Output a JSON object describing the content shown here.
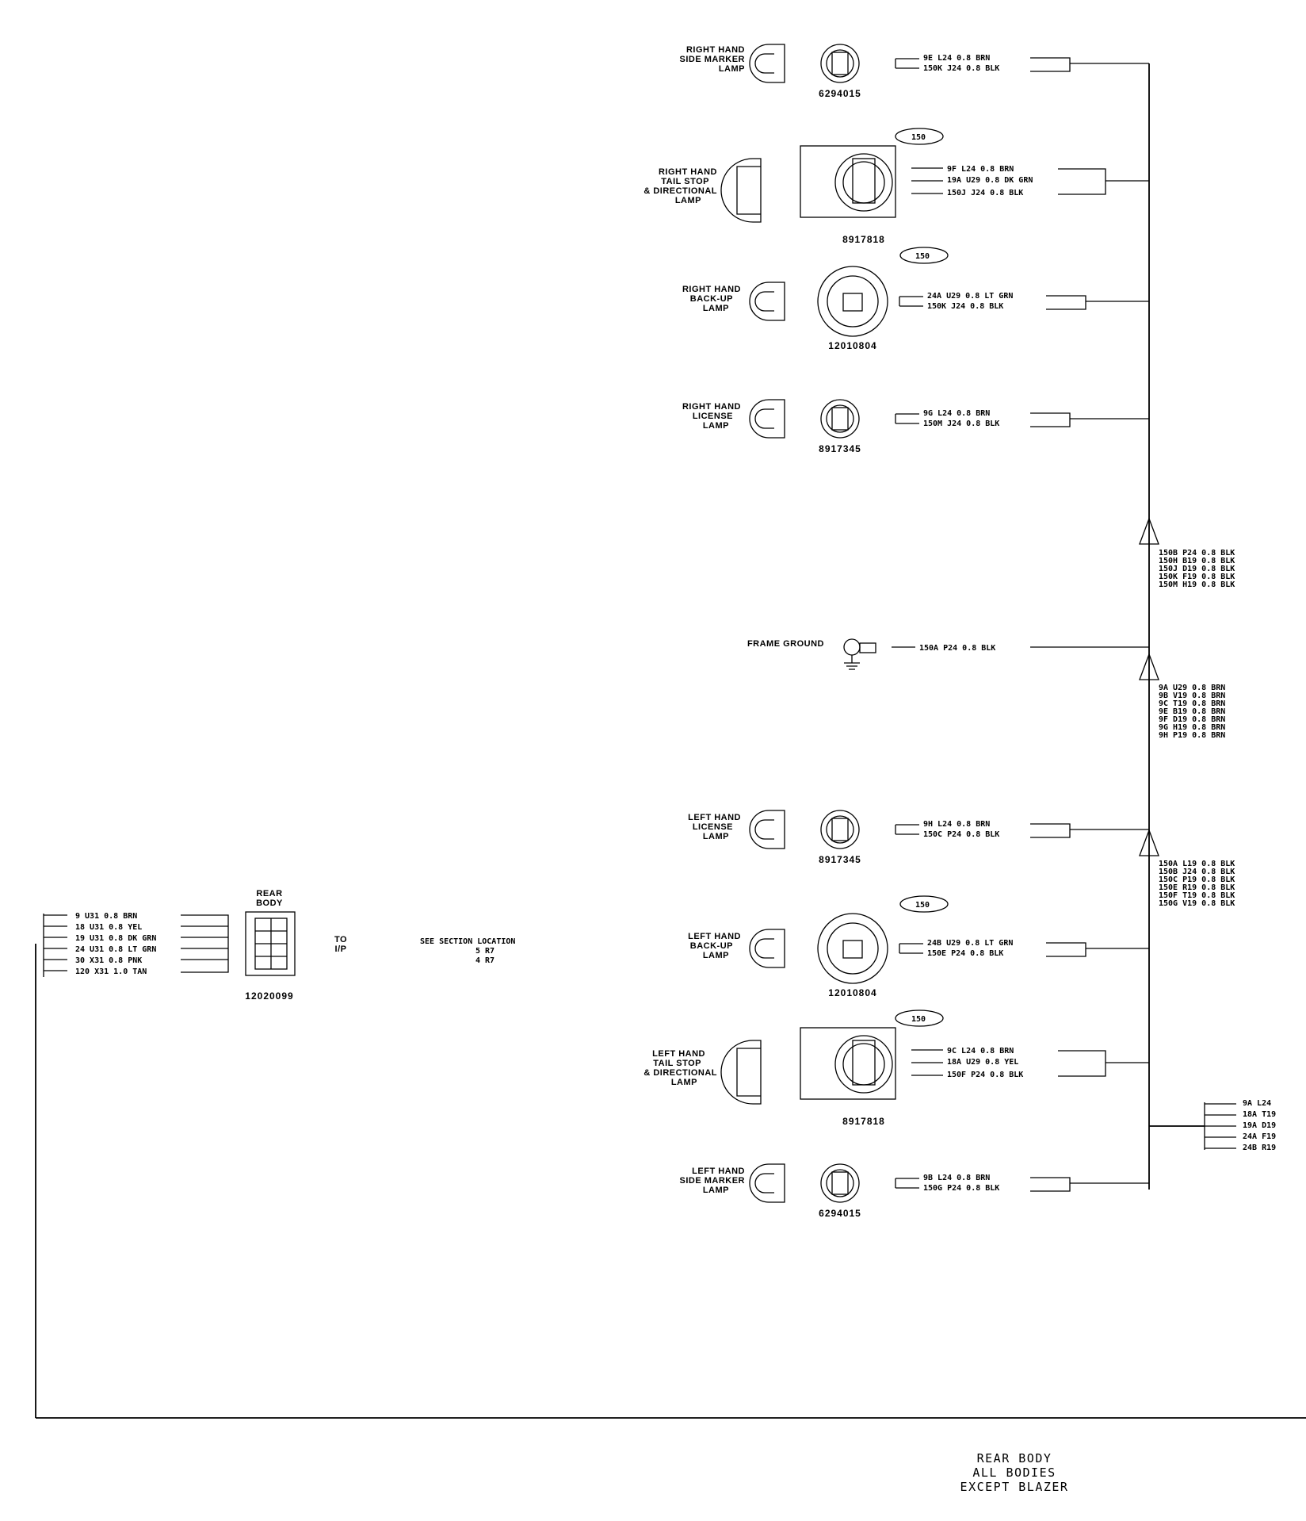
{
  "title_lines": [
    "REAR BODY",
    "ALL BODIES",
    "EXCEPT BLAZER"
  ],
  "components": {
    "rh_side_marker": {
      "label": [
        "RIGHT HAND",
        "SIDE MARKER",
        "LAMP"
      ],
      "part": "6294015",
      "wires": [
        "9E   L24   0.8 BRN",
        "150K  J24   0.8 BLK"
      ]
    },
    "rh_tail": {
      "label": [
        "RIGHT HAND",
        "TAIL STOP",
        "& DIRECTIONAL",
        "LAMP"
      ],
      "part": "8917818",
      "tag": "150",
      "wires": [
        "9F   L24   0.8 BRN",
        "19A  U29   0.8 DK GRN",
        "150J  J24   0.8 BLK"
      ]
    },
    "rh_backup": {
      "label": [
        "RIGHT HAND",
        "BACK-UP",
        "LAMP"
      ],
      "part": "12010804",
      "tag": "150",
      "wires": [
        "24A  U29   0.8 LT GRN",
        "150K  J24   0.8 BLK"
      ]
    },
    "rh_license": {
      "label": [
        "RIGHT HAND",
        "LICENSE",
        "LAMP"
      ],
      "part": "8917345",
      "wires": [
        "9G   L24   0.8 BRN",
        "150M  J24   0.8 BLK"
      ]
    },
    "frame_ground": {
      "label": [
        "FRAME GROUND"
      ],
      "wires": [
        "150A  P24   0.8 BLK"
      ]
    },
    "lh_license": {
      "label": [
        "LEFT HAND",
        "LICENSE",
        "LAMP"
      ],
      "part": "8917345",
      "wires": [
        "9H   L24   0.8 BRN",
        "150C  P24   0.8 BLK"
      ]
    },
    "lh_backup": {
      "label": [
        "LEFT HAND",
        "BACK-UP",
        "LAMP"
      ],
      "part": "12010804",
      "tag": "150",
      "wires": [
        "24B  U29   0.8 LT GRN",
        "150E  P24   0.8 BLK"
      ]
    },
    "lh_tail": {
      "label": [
        "LEFT HAND",
        "TAIL STOP",
        "& DIRECTIONAL",
        "LAMP"
      ],
      "part": "8917818",
      "tag": "150",
      "wires": [
        "9C   L24   0.8 BRN",
        "18A  U29   0.8 YEL",
        "150F  P24   0.8 BLK"
      ]
    },
    "lh_side_marker": {
      "label": [
        "LEFT HAND",
        "SIDE MARKER",
        "LAMP"
      ],
      "part": "6294015",
      "wires": [
        "9B   L24   0.8 BRN",
        "150G  P24   0.8 BLK"
      ]
    },
    "rear_body_conn": {
      "label": [
        "REAR",
        "BODY"
      ],
      "part": "12020099",
      "wires": [
        "9    U31   0.8 BRN",
        "18   U31   0.8 YEL",
        "19   U31   0.8 DK GRN",
        "24   U31   0.8 LT GRN",
        "30   X31   0.8 PNK",
        "120  X31   1.0 TAN"
      ]
    }
  },
  "to_ip": [
    "TO",
    "I/P"
  ],
  "see_section": {
    "header": "SEE SECTION  LOCATION",
    "rows": [
      "5      R7",
      "4      R7"
    ]
  },
  "splice_groups": {
    "splice_1": [
      "150B   P24   0.8 BLK",
      "150H   B19   0.8 BLK",
      "150J   D19   0.8 BLK",
      "150K   F19   0.8 BLK",
      "150M   H19   0.8 BLK"
    ],
    "splice_2": [
      "9A    U29   0.8 BRN",
      "9B    V19   0.8 BRN",
      "9C    T19   0.8 BRN",
      "9E    B19   0.8 BRN",
      "9F    D19   0.8 BRN",
      "9G    H19   0.8 BRN",
      "9H    P19   0.8 BRN"
    ],
    "splice_3": [
      "150A   L19   0.8 BLK",
      "150B   J24   0.8 BLK",
      "150C   P19   0.8 BLK",
      "150E   R19   0.8 BLK",
      "150F   T19   0.8 BLK",
      "150G   V19   0.8 BLK"
    ]
  },
  "right_branch": [
    "9A   L24",
    "18A  T19",
    "19A  D19",
    "24A  F19",
    "24B  R19"
  ]
}
